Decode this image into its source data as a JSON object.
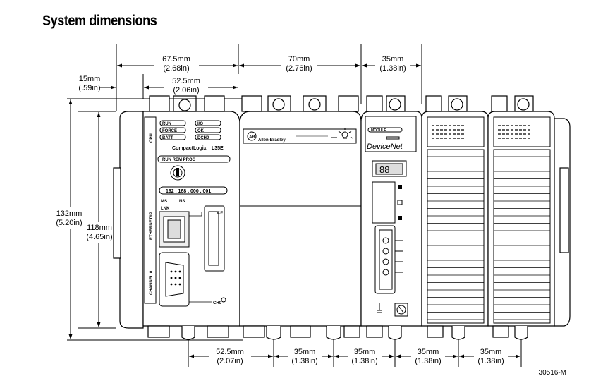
{
  "title": "System dimensions",
  "figure_id": "30516-M",
  "top_dims": {
    "d1": {
      "mm": "67.5mm",
      "in": "(2.68in)"
    },
    "d2": {
      "mm": "70mm",
      "in": "(2.76in)"
    },
    "d3": {
      "mm": "35mm",
      "in": "(1.38in)"
    },
    "d4": {
      "mm": "15mm",
      "in": "(.59in)"
    },
    "d5": {
      "mm": "52.5mm",
      "in": "(2.06in)"
    }
  },
  "side_dims": {
    "height": {
      "mm": "132mm",
      "in": "(5.20in)"
    },
    "inner": {
      "mm": "118mm",
      "in": "(4.65in)"
    }
  },
  "bottom_dims": [
    {
      "mm": "52.5mm",
      "in": "(2.07in)"
    },
    {
      "mm": "35mm",
      "in": "(1.38in)"
    },
    {
      "mm": "35mm",
      "in": "(1.38in)"
    },
    {
      "mm": "35mm",
      "in": "(1.38in)"
    },
    {
      "mm": "35mm",
      "in": "(1.38in)"
    }
  ],
  "cpu": {
    "cpu_label": "CPU",
    "leds_left": [
      "RUN",
      "FORCE",
      "BATT"
    ],
    "leds_right": [
      "I/O",
      "OK",
      "DCH0"
    ],
    "brand": "CompactLogix",
    "model": "L35E",
    "keyswitch": "RUN REM PROG",
    "ip": "192 . 168 . 000 . 001",
    "ms": "MS",
    "ns": "NS",
    "lnk": "LNK",
    "ethernet": "ETHERNET/IP",
    "channel": "CHANNEL 0",
    "ch0": "CH0",
    "cf": "CF"
  },
  "power_supply": {
    "brand": "Allen-Bradley",
    "ab_logo": "AB"
  },
  "devicenet": {
    "module": "MODULE",
    "name": "DeviceNet",
    "display": "88"
  }
}
